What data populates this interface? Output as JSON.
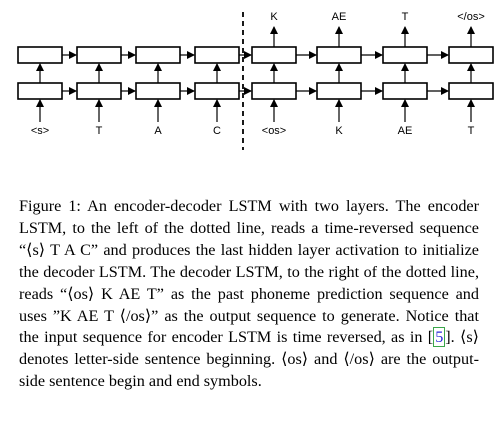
{
  "diagram": {
    "encoder_inputs": [
      "<s>",
      "T",
      "A",
      "C"
    ],
    "decoder_inputs": [
      "<os>",
      "K",
      "AE",
      "T"
    ],
    "decoder_outputs": [
      "K",
      "AE",
      "T",
      "</os>"
    ]
  },
  "caption": {
    "label": "Figure 1:",
    "text_1": "An encoder-decoder LSTM with two layers. The encoder LSTM, to the left of the dotted line, reads a time-reversed sequence “⟨s⟩ T A C” and produces the last hidden layer activation to initialize the decoder LSTM. The decoder LSTM, to the right of the dotted line, reads “⟨os⟩ K AE T” as the past phoneme prediction sequence and uses ”K AE T ⟨/os⟩” as the output sequence to generate. Notice that the input sequence for encoder LSTM is time reversed, as in ",
    "citation": "5",
    "text_2": ". ⟨s⟩ denotes letter-side sentence beginning. ⟨os⟩ and ⟨/os⟩ are the output-side sentence begin and end symbols."
  }
}
